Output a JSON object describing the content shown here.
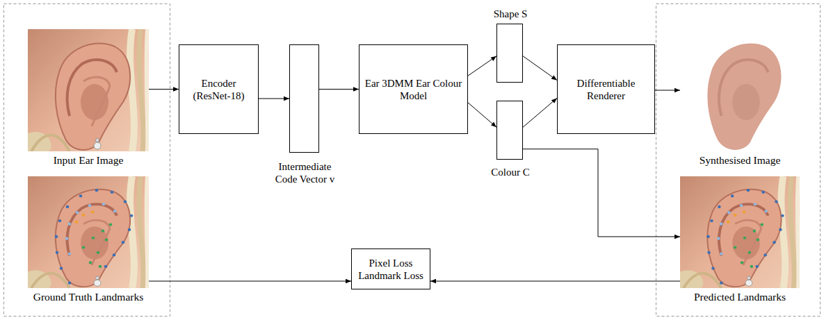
{
  "diagram": {
    "nodes": [
      {
        "text": [
          "Input Ear Image"
        ]
      },
      {
        "text": [
          "Ground Truth Landmarks"
        ]
      },
      {
        "text": [
          "Encoder (ResNet-18)"
        ]
      },
      {
        "text": [
          "Intermediate Code Vector v"
        ]
      },
      {
        "text": [
          "Ear 3DMM Ear Colour Model"
        ]
      },
      {
        "text": [
          "Shape S"
        ]
      },
      {
        "text": [
          "Colour C"
        ]
      },
      {
        "text": [
          "Differentiable Renderer"
        ]
      },
      {
        "text": [
          "Synthesised Image"
        ]
      },
      {
        "text": [
          "Predicted Landmarks"
        ]
      },
      {
        "text": [
          "Pixel Loss Landmark Loss"
        ]
      }
    ],
    "edges": [
      {
        "from": 0,
        "to": 2,
        "arrow": "to"
      },
      {
        "from": 2,
        "to": 3,
        "arrow": "to"
      },
      {
        "from": 3,
        "to": 4,
        "arrow": "to"
      },
      {
        "from": 4,
        "to": 5,
        "arrow": "to"
      },
      {
        "from": 4,
        "to": 6,
        "arrow": "to"
      },
      {
        "from": 5,
        "to": 7,
        "arrow": "to"
      },
      {
        "from": 6,
        "to": 7,
        "arrow": "to"
      },
      {
        "from": 7,
        "to": 8,
        "arrow": "to"
      },
      {
        "from": 6,
        "to": 9,
        "arrow": "to"
      },
      {
        "from": 1,
        "to": 10,
        "arrow": "to"
      },
      {
        "from": 9,
        "to": 10,
        "arrow": "to"
      }
    ]
  }
}
